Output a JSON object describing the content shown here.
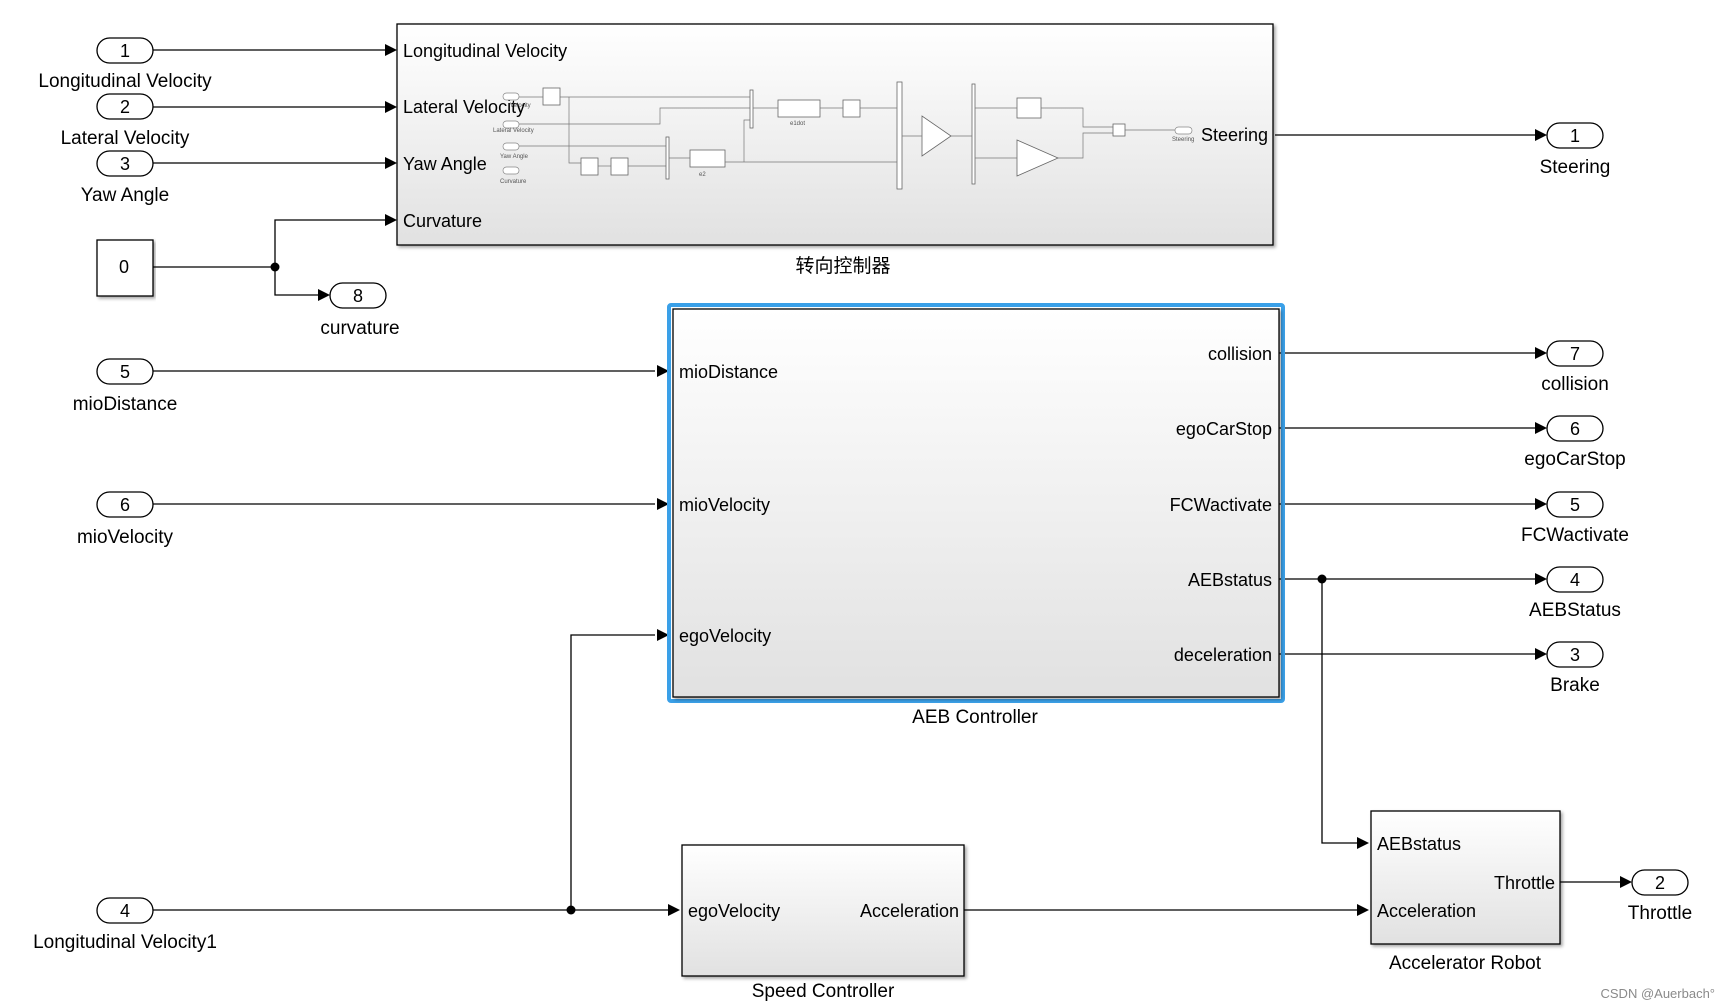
{
  "colors": {
    "selection": "#3aa0e8",
    "block_top": "#ffffff",
    "block_bottom": "#e3e3e3",
    "line": "#000000"
  },
  "inports": [
    {
      "number": "1",
      "label": "Longitudinal Velocity"
    },
    {
      "number": "2",
      "label": "Lateral Velocity"
    },
    {
      "number": "3",
      "label": "Yaw Angle"
    },
    {
      "number": "5",
      "label": "mioDistance"
    },
    {
      "number": "6",
      "label": "mioVelocity"
    },
    {
      "number": "4",
      "label": "Longitudinal Velocity1"
    }
  ],
  "constant": {
    "value": "0"
  },
  "outports": [
    {
      "number": "1",
      "label": "Steering"
    },
    {
      "number": "8",
      "label": "curvature"
    },
    {
      "number": "7",
      "label": "collision"
    },
    {
      "number": "6",
      "label": "egoCarStop"
    },
    {
      "number": "5",
      "label": "FCWactivate"
    },
    {
      "number": "4",
      "label": "AEBStatus"
    },
    {
      "number": "3",
      "label": "Brake"
    },
    {
      "number": "2",
      "label": "Throttle"
    }
  ],
  "steering_controller": {
    "name": "转向控制器",
    "inputs": [
      "Longitudinal Velocity",
      "Lateral Velocity",
      "Yaw Angle",
      "Curvature"
    ],
    "output": "Steering"
  },
  "aeb_controller": {
    "name": "AEB Controller",
    "inputs": [
      "mioDistance",
      "mioVelocity",
      "egoVelocity"
    ],
    "outputs": [
      "collision",
      "egoCarStop",
      "FCWactivate",
      "AEBstatus",
      "deceleration"
    ]
  },
  "speed_controller": {
    "name": "Speed Controller",
    "input": "egoVelocity",
    "output": "Acceleration"
  },
  "accelerator_robot": {
    "name": "Accelerator Robot",
    "inputs": [
      "AEBstatus",
      "Acceleration"
    ],
    "output": "Throttle"
  },
  "watermark": "CSDN @Auerbach°"
}
